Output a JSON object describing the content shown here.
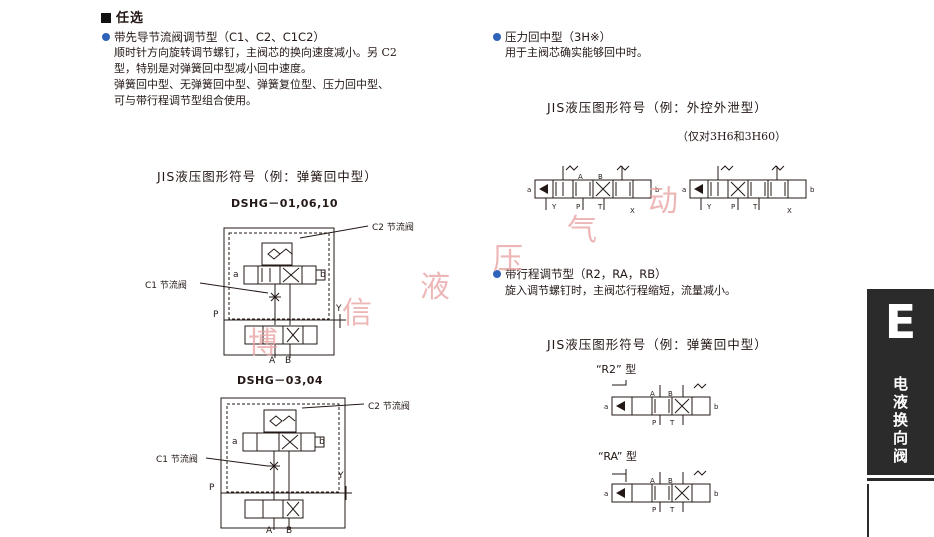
{
  "section": {
    "title": "任选"
  },
  "left": {
    "item1": {
      "heading": "带先导节流阀调节型（C1、C2、C1C2）",
      "lines": [
        "顺时针方向旋转调节螺钉，主阀芯的换向速度减小。另 C2",
        "型，特别是对弹簧回中型减小回中速度。",
        "弹簧回中型、无弹簧回中型、弹簧复位型、压力回中型、",
        "可与带行程调节型组合使用。"
      ]
    },
    "fig_caption": "JIS液压图形符号（例：弹簧回中型）",
    "model1": "DSHG－01,06,10",
    "model2": "DSHG－03,04",
    "c2_label": "C2 节流阀",
    "c1_label": "C1 节流阀",
    "port_p": "P",
    "port_y": "Y",
    "port_a": "A",
    "port_b": "B",
    "sol_a": "a",
    "sol_b": "b",
    "sym_x": "X"
  },
  "right": {
    "item2": {
      "heading": "压力回中型（3H※）",
      "line": "用于主阀芯确实能够回中时。"
    },
    "fig_caption1": "JIS液压图形符号（例：外控外泄型）",
    "fig_note1": "（仅对3H6和3H60）",
    "item3": {
      "heading": "带行程调节型（R2，RA，RB）",
      "line": "旋入调节螺钉时，主阀芯行程缩短，流量减小。"
    },
    "fig_caption2": "JIS液压图形符号（例：弹簧回中型）",
    "type_r2": "“R2” 型",
    "type_ra": "“RA” 型",
    "port_t": "T"
  },
  "watermark": {
    "chars": [
      "博",
      "信",
      "液",
      "压",
      "气",
      "动"
    ]
  },
  "side_tab": {
    "letter": "E",
    "label_chars": [
      "电",
      "液",
      "换",
      "向",
      "阀"
    ]
  }
}
